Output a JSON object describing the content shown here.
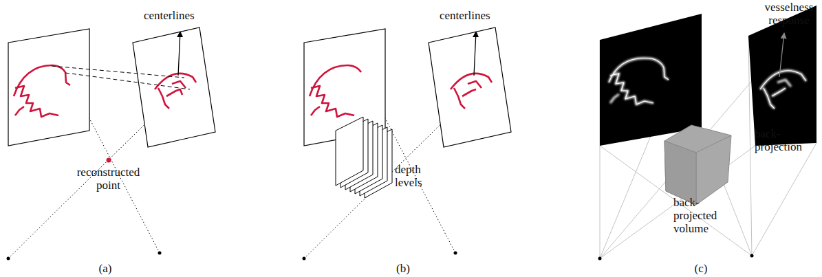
{
  "diagram": {
    "labels": [
      "centerlines",
      "reconstructed point",
      "(a)",
      "centerlines",
      "depth levels",
      "(b)",
      "vesselness response",
      "back-projection",
      "back-projected volume",
      "(c)"
    ]
  }
}
